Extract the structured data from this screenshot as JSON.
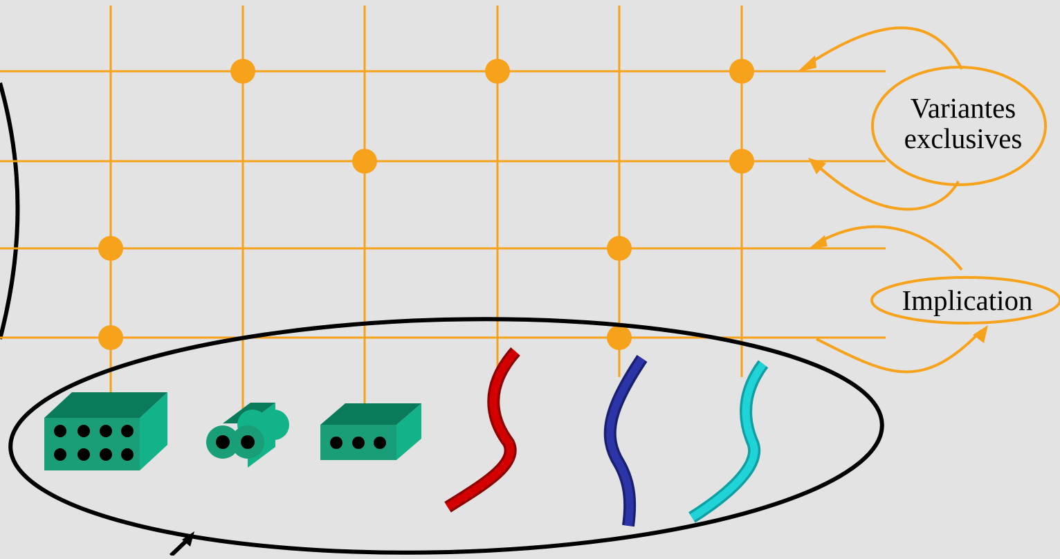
{
  "diagram": {
    "colors": {
      "background": "#e3e3e3",
      "grid": "#f7a21b",
      "outline": "#000000",
      "block_front": "#1a9e78",
      "block_top": "#0a7a5a",
      "block_side": "#13b38a",
      "wire_red": "#d40000",
      "wire_blue": "#2b35a8",
      "wire_cyan": "#1fd3d6"
    },
    "labels": {
      "exclusive_variants": [
        "Variantes",
        "exclusives"
      ],
      "implication": "Implication"
    },
    "components": [
      {
        "name": "connector-8-holes",
        "kind": "block",
        "holes": 8
      },
      {
        "name": "double-tube-connector",
        "kind": "double-tube",
        "holes": 2
      },
      {
        "name": "connector-3-holes",
        "kind": "block",
        "holes": 3
      },
      {
        "name": "red-wire",
        "kind": "wire",
        "color": "red"
      },
      {
        "name": "blue-wire",
        "kind": "wire",
        "color": "blue"
      },
      {
        "name": "cyan-wire",
        "kind": "wire",
        "color": "cyan"
      }
    ],
    "grid": {
      "columns": 6,
      "rows": 4,
      "nodes": [
        [
          1,
          0
        ],
        [
          3,
          0
        ],
        [
          5,
          0
        ],
        [
          2,
          1
        ],
        [
          5,
          1
        ],
        [
          0,
          2
        ],
        [
          4,
          2
        ],
        [
          0,
          3
        ],
        [
          4,
          3
        ]
      ]
    }
  }
}
